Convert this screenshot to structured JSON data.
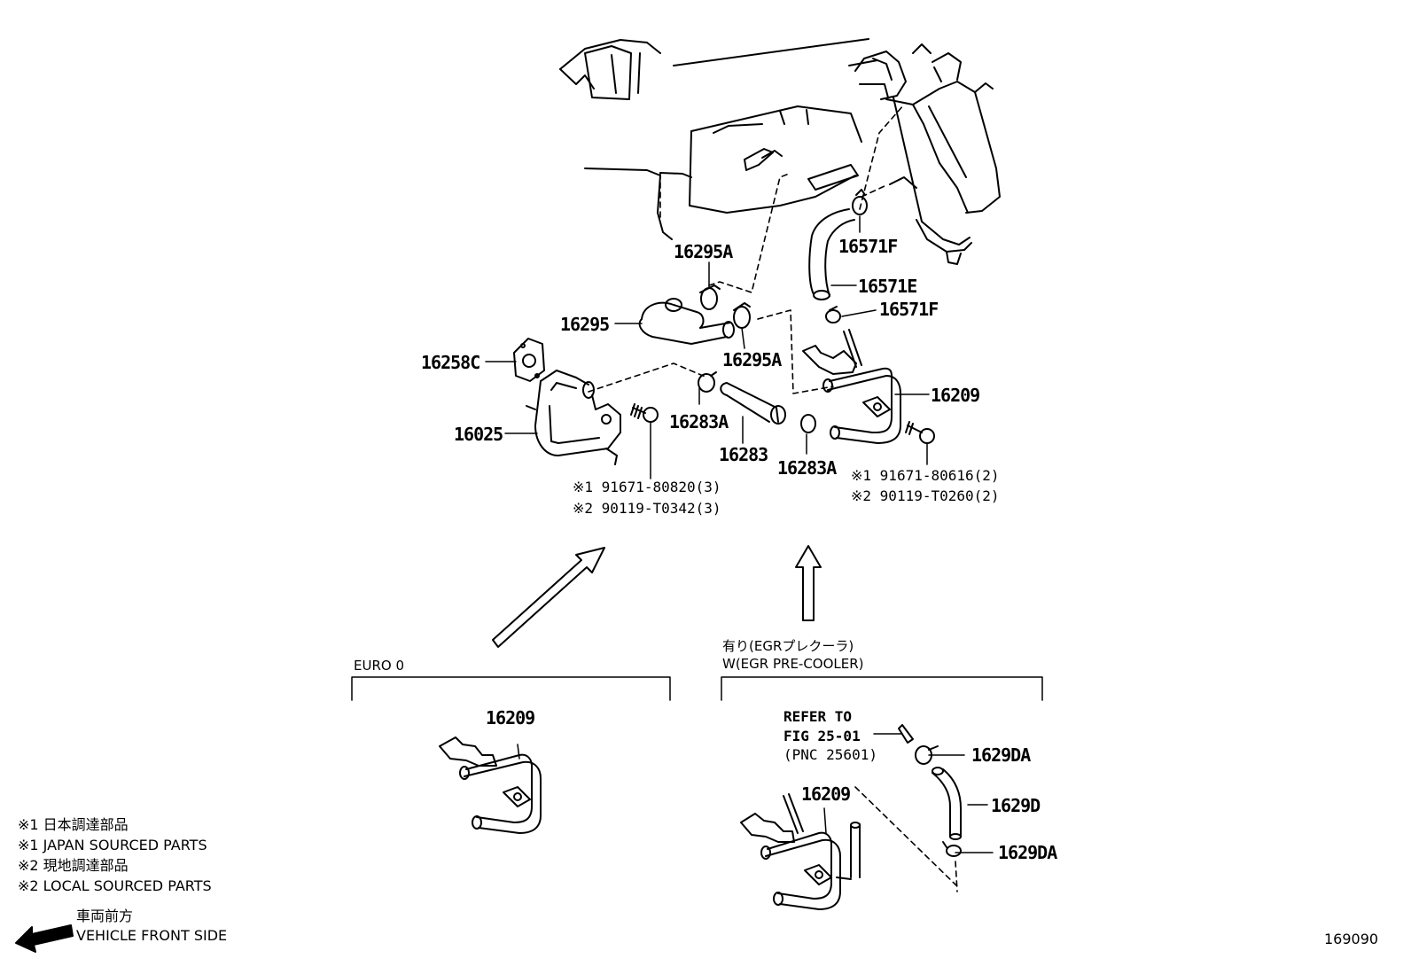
{
  "parts": {
    "p16295A_top": "16295A",
    "p16295": "16295",
    "p16295A_bottom": "16295A",
    "p16258C": "16258C",
    "p16025": "16025",
    "p16283A_left": "16283A",
    "p16283": "16283",
    "p16283A_right": "16283A",
    "p16571F_top": "16571F",
    "p16571E": "16571E",
    "p16571F_mid": "16571F",
    "p16209_main": "16209",
    "p16209_euro": "16209",
    "p16209_egr": "16209",
    "p1629DA_top": "1629DA",
    "p1629D": "1629D",
    "p1629DA_bottom": "1629DA"
  },
  "bolts": {
    "left_line1": "※1 91671-80820(3)",
    "left_line2": "※2 90119-T0342(3)",
    "right_line1": "※1 91671-80616(2)",
    "right_line2": "※2 90119-T0260(2)"
  },
  "variants": {
    "euro": "EURO 0",
    "egr_jp": "有り(EGRプレクーラ)",
    "egr_en": "W(EGR PRE-COOLER)"
  },
  "refer": {
    "line1": "REFER TO",
    "line2": "FIG 25-01",
    "line3": "(PNC 25601)"
  },
  "legend": {
    "l1": "※1 日本調達部品",
    "l2": "※1 JAPAN SOURCED PARTS",
    "l3": "※2 現地調達部品",
    "l4": "※2 LOCAL SOURCED PARTS",
    "front_jp": "車両前方",
    "front_en": "VEHICLE FRONT SIDE"
  },
  "illustration_id": "169090"
}
